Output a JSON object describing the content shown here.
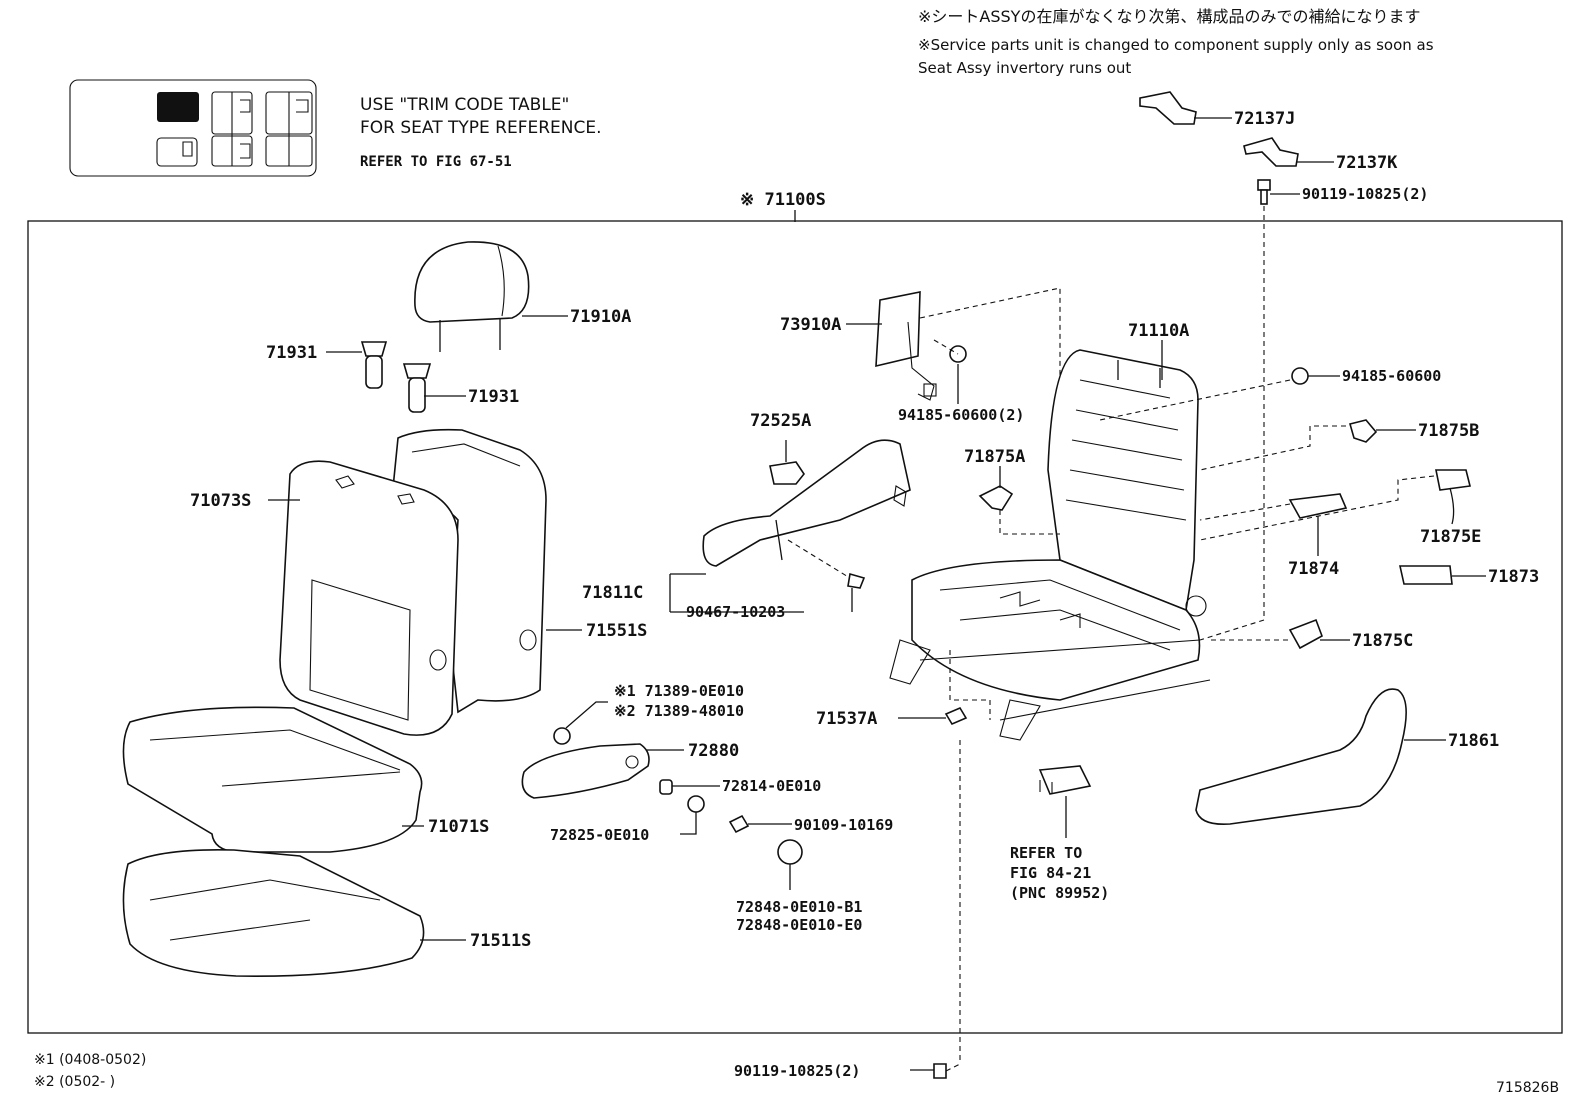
{
  "notes": {
    "jp_line": "※シートASSYの在庫がなくなり次第、構成品のみでの補給になります",
    "en_line1": "※Service parts unit is changed to component supply only as soon as",
    "en_line2": "Seat Assy invertory runs out"
  },
  "reference_box": {
    "line1": "USE  \"TRIM CODE TABLE\"",
    "line2": "FOR SEAT TYPE REFERENCE.",
    "line3": "REFER TO FIG  67-51"
  },
  "assembly_label": "※ 71100S",
  "parts": {
    "p71910A": "71910A",
    "p71931a": "71931",
    "p71931b": "71931",
    "p71073S": "71073S",
    "p71551S": "71551S",
    "p71071S": "71071S",
    "p71511S": "71511S",
    "p73910A": "73910A",
    "p94185_60600_2": "94185-60600(2)",
    "p72525A": "72525A",
    "p71811C": "71811C",
    "p90467_10203": "90467-10203",
    "p71389_a": "※1 71389-0E010",
    "p71389_b": "※2 71389-48010",
    "p72880": "72880",
    "p72814": "72814-0E010",
    "p72825": "72825-0E010",
    "p90109": "90109-10169",
    "p72848_b1": "72848-0E010-B1",
    "p72848_e0": "72848-0E010-E0",
    "p71110A": "71110A",
    "p94185_60600": "94185-60600",
    "p71875A": "71875A",
    "p71875B": "71875B",
    "p71875E": "71875E",
    "p71874": "71874",
    "p71873": "71873",
    "p71875C": "71875C",
    "p71537A": "71537A",
    "p71861": "71861",
    "p72137J": "72137J",
    "p72137K": "72137K",
    "p90119_top": "90119-10825(2)",
    "p90119_bottom": "90119-10825(2)"
  },
  "refer": {
    "line1": "REFER TO",
    "line2": "FIG 84-21",
    "line3": "(PNC 89952)"
  },
  "footnotes": {
    "f1": "※1 (0408-0502)",
    "f2": "※2 (0502-     )"
  },
  "figure_id": "715826B"
}
